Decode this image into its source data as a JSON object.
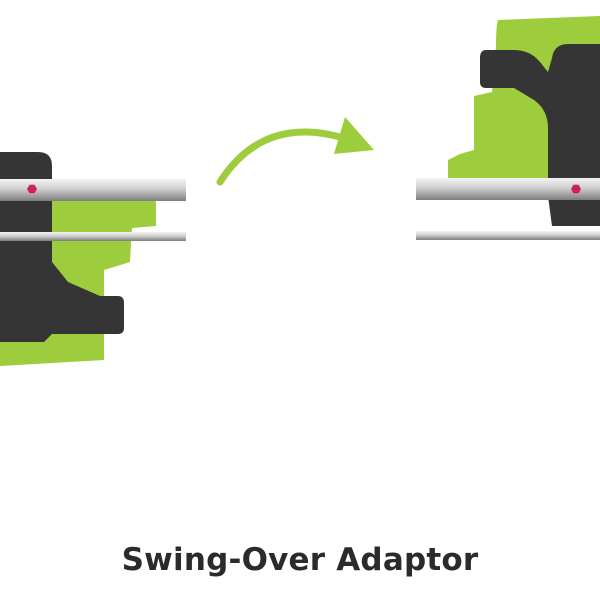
{
  "caption": "Swing-Over Adaptor",
  "colors": {
    "green": "#9dcc3c",
    "dark": "#353536",
    "bar_light": "#e6e6e6",
    "bar_dark": "#8a8a8a",
    "bolt": "#cc2255",
    "arrow": "#9dcc3c"
  },
  "icons": {
    "left_unit": "clamp-unit-before",
    "right_unit": "clamp-unit-after",
    "arrow": "curved-arrow-icon"
  }
}
